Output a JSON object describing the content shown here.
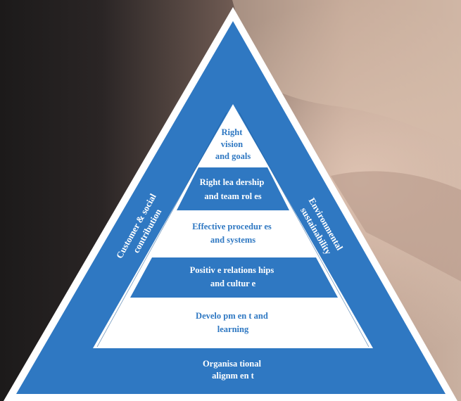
{
  "colors": {
    "brand_blue": "#2f78c2",
    "tier_text_blue": "#2f78c2",
    "white": "#ffffff"
  },
  "pyramid": {
    "tiers": [
      {
        "lines": [
          "Right",
          "vision",
          "and goals"
        ],
        "style": "white"
      },
      {
        "lines": [
          "Right lea dership",
          "and team rol es"
        ],
        "style": "blue"
      },
      {
        "lines": [
          "Effective procedur es",
          "and systems"
        ],
        "style": "white"
      },
      {
        "lines": [
          "Positiv e relations hips",
          "and cultur e"
        ],
        "style": "blue"
      },
      {
        "lines": [
          "Develo pm en t and",
          "learning"
        ],
        "style": "white"
      }
    ],
    "base_label": [
      "Organisa tional",
      "alignm en t"
    ],
    "left_side_label": [
      "Customer & social",
      "contribution"
    ],
    "right_side_label": [
      "Environmental",
      "sustainability"
    ]
  }
}
